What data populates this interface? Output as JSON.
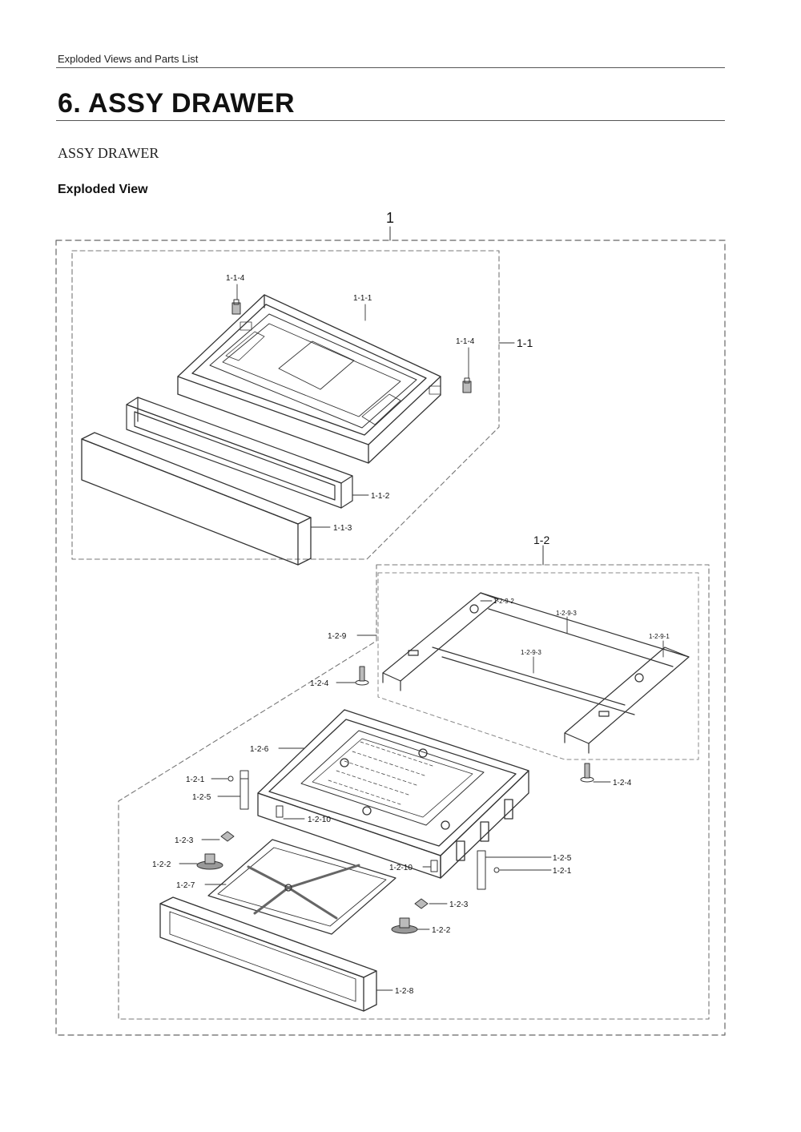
{
  "header": {
    "running_title": "Exploded Views and Parts List",
    "title": "6.  ASSY DRAWER",
    "subtitle": "ASSY DRAWER",
    "section_heading": "Exploded View"
  },
  "callouts": {
    "assembly": "1",
    "sub_assembly_1": "1-1",
    "sub_assembly_2": "1-2",
    "p_1_1_1": "1-1-1",
    "p_1_1_2": "1-1-2",
    "p_1_1_3": "1-1-3",
    "p_1_1_4_left": "1-1-4",
    "p_1_1_4_right": "1-1-4",
    "p_1_2_9": "1-2-9",
    "p_1_2_9_1": "1-2-9-1",
    "p_1_2_9_2": "1-2-9-2",
    "p_1_2_9_3_top": "1-2-9-3",
    "p_1_2_9_3_mid": "1-2-9-3",
    "p_1_2_4_left": "1-2-4",
    "p_1_2_4_right": "1-2-4",
    "p_1_2_6": "1-2-6",
    "p_1_2_1_left": "1-2-1",
    "p_1_2_5_left": "1-2-5",
    "p_1_2_10_left": "1-2-10",
    "p_1_2_3_left": "1-2-3",
    "p_1_2_2_left": "1-2-2",
    "p_1_2_7": "1-2-7",
    "p_1_2_10_right": "1-2-10",
    "p_1_2_5_right": "1-2-5",
    "p_1_2_1_right": "1-2-1",
    "p_1_2_3_right": "1-2-3",
    "p_1_2_2_right": "1-2-2",
    "p_1_2_8": "1-2-8"
  }
}
